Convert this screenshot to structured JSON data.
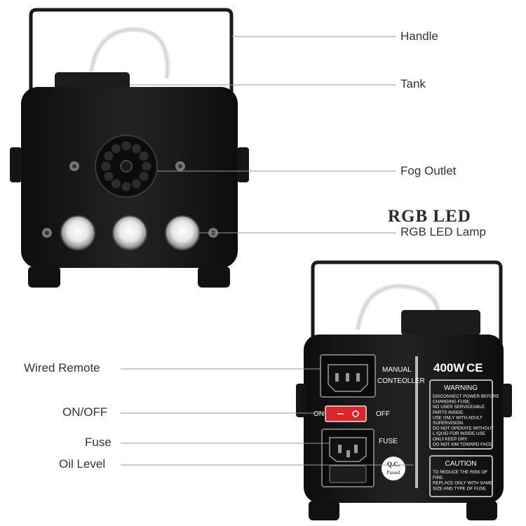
{
  "callouts": {
    "handle": "Handle",
    "tank": "Tank",
    "fog_outlet": "Fog Outlet",
    "rgb_title": "RGB LED",
    "rgb_lamp": "RGB LED Lamp",
    "wired_remote": "Wired Remote",
    "on_off": "ON/OFF",
    "fuse": "Fuse",
    "oil_level": "Oil Level"
  },
  "back_panel": {
    "manual_line1": "MANUAL",
    "manual_line2": "CONTEOLLER",
    "power_rating": "400W",
    "ce_mark": "CE",
    "switch_on": "ON",
    "switch_off": "OFF",
    "fuse_label": "FUSE",
    "qc_line1": "Q.C.",
    "qc_line2": "Passed",
    "warning_title": "WARNING",
    "warning_lines": [
      "DISCONNECT POWER BEFORE",
      "CHANGING FUSE.",
      "NO USER SERVICEABLE",
      "PARTS INSIDE.",
      "USE ONLY WITH ADULT",
      "SUPERVISION.",
      "DO NOT OPERATE WITHOUT",
      "L IQUID FOR INSIDE USE",
      "ONLY.KEEP DRY.",
      "DO NOT AIM TOWARD FACE."
    ],
    "caution_title": "CAUTION",
    "caution_lines": [
      "TO REDUCE THE RISK OF",
      "FIRE.",
      "REPLACE ONLY WITH SAME",
      "SIZE AND TYPE OF FUSE."
    ]
  },
  "colors": {
    "body": "#1a1a1a",
    "leader_line": "#9a9a9a",
    "switch_red": "#d8262b",
    "callout_text": "#333333"
  }
}
